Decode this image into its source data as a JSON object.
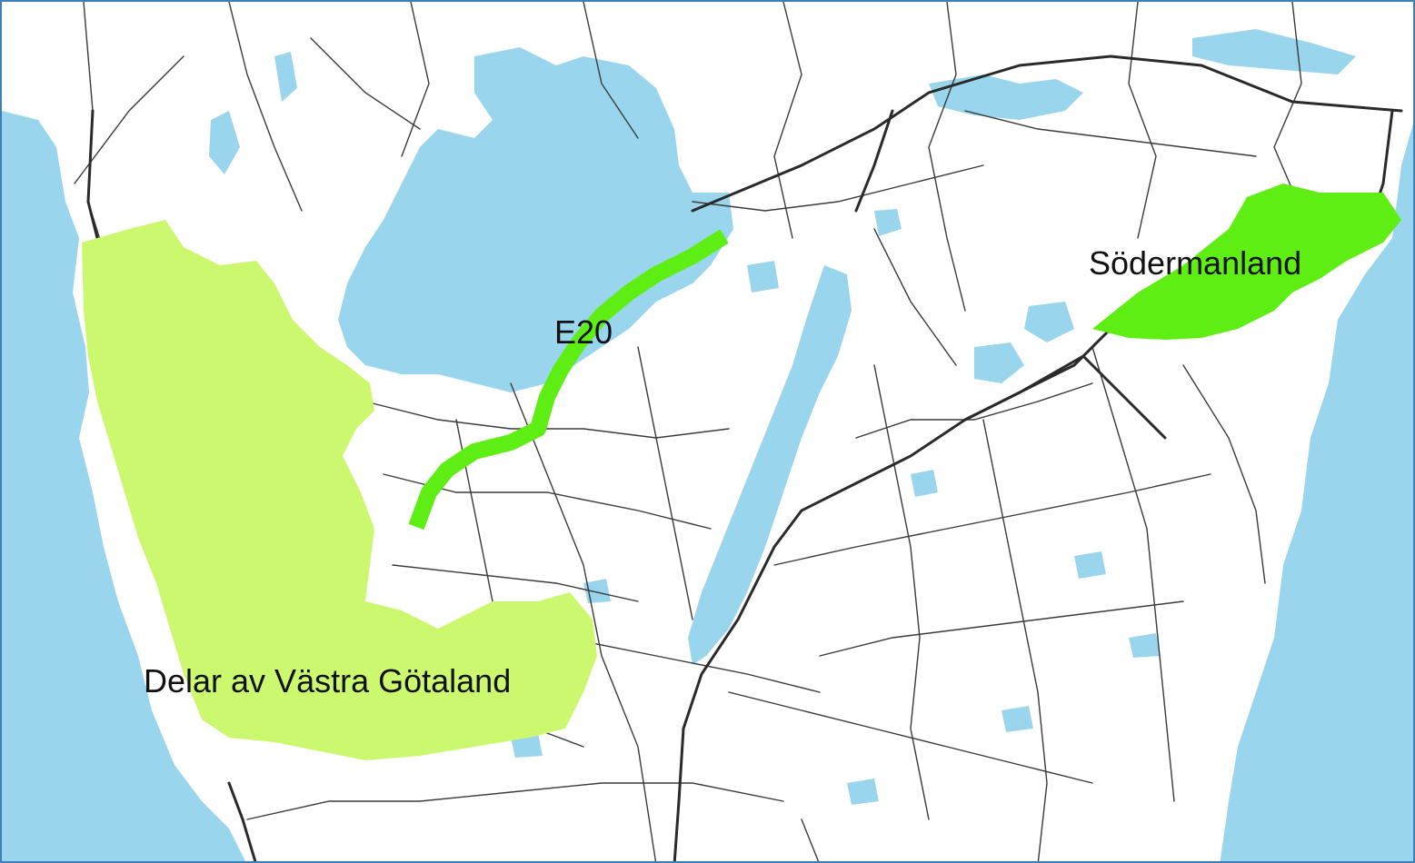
{
  "labels": {
    "e20": "E20",
    "sodermanland": "Södermanland",
    "vastra_gotaland": "Delar av Västra Götaland"
  },
  "colors": {
    "water": "#99d6ee",
    "land": "#ffffff",
    "road": "#3a3a3a",
    "frame": "#3d7fb8",
    "highlight_region": "#ccf870",
    "highlight_route": "#5fee14"
  },
  "icons": [
    "map-frame"
  ]
}
